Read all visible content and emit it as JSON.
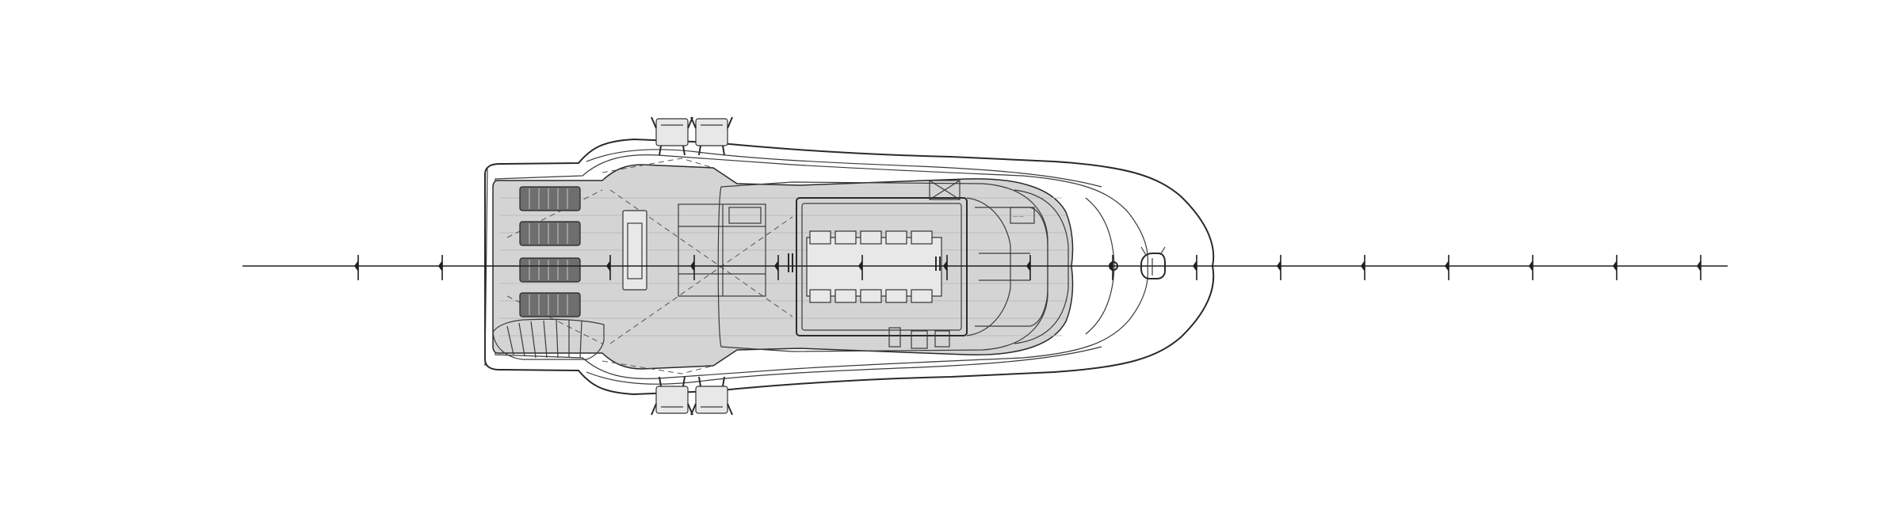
{
  "drawing": {
    "subject": "yacht-deck-plan",
    "view": "top",
    "colors": {
      "line": "#2a2a2a",
      "deck": "#d4d4d4",
      "loungers": "#6e6e6e",
      "background": "#ffffff"
    },
    "centerline_station_count": 17,
    "sunbed_count": 4,
    "tender_chair_count": 4,
    "dining_seat_count": 10
  }
}
